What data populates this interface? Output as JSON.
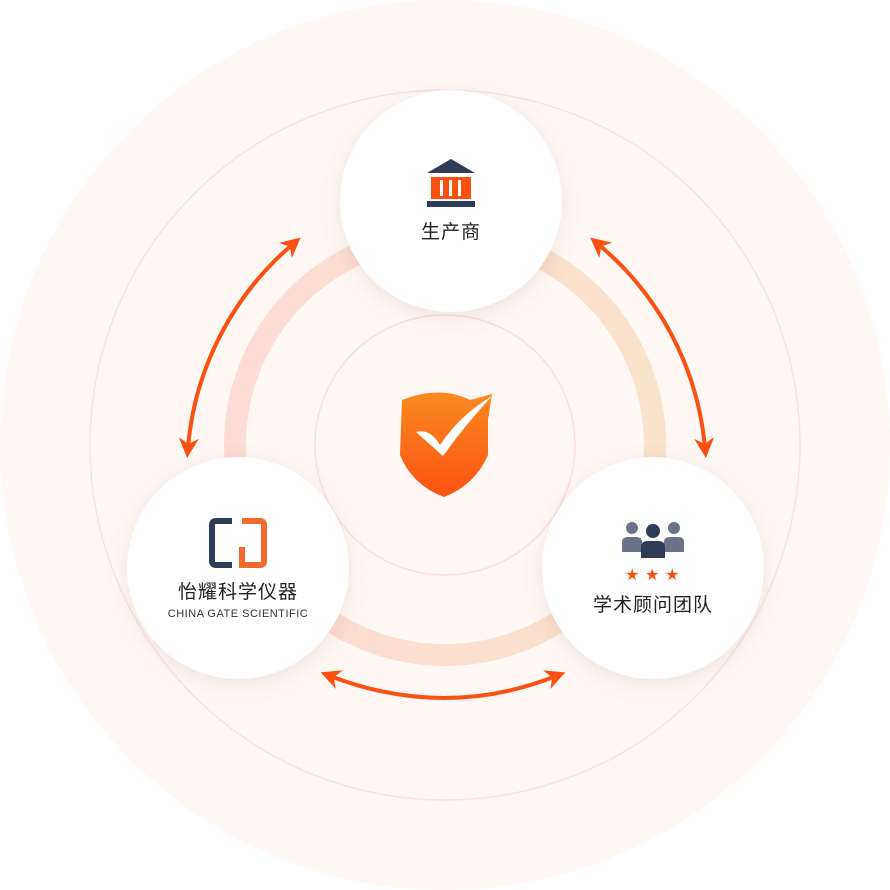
{
  "center": {
    "icon": "shield-check-icon"
  },
  "nodes": {
    "manufacturer": {
      "label": "生产商",
      "icon": "bank-icon"
    },
    "company": {
      "label": "怡耀科学仪器",
      "sub": "CHINA GATE SCIENTIFIC",
      "icon": "company-logo"
    },
    "advisors": {
      "label": "学术顾问团队",
      "icon": "team-stars-icon"
    }
  },
  "colors": {
    "accent": "#fa5a14",
    "navy": "#2e3c55",
    "bg": "#fff8f5"
  }
}
